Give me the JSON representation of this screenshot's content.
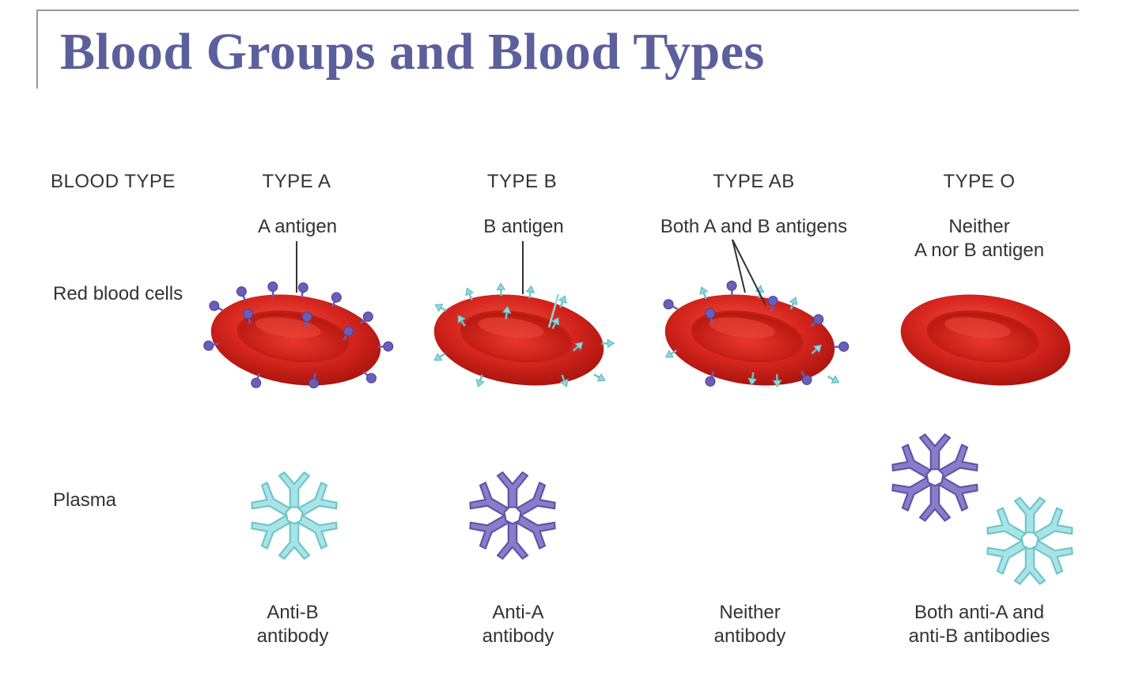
{
  "title": "Blood Groups and Blood Types",
  "row_labels": {
    "blood_type": "BLOOD TYPE",
    "red_blood_cells": "Red blood cells",
    "plasma": "Plasma"
  },
  "types": [
    {
      "header": "TYPE A",
      "antigen_line1": "A antigen",
      "antigen_line2": "",
      "antibody_line1": "Anti-B",
      "antibody_line2": "antibody"
    },
    {
      "header": "TYPE B",
      "antigen_line1": "B antigen",
      "antigen_line2": "",
      "antibody_line1": "Anti-A",
      "antibody_line2": "antibody"
    },
    {
      "header": "TYPE AB",
      "antigen_line1": "Both A and B antigens",
      "antigen_line2": "",
      "antibody_line1": "Neither",
      "antibody_line2": "antibody"
    },
    {
      "header": "TYPE O",
      "antigen_line1": "Neither",
      "antigen_line2": "A nor B antigen",
      "antibody_line1": "Both anti-A and",
      "antibody_line2": "anti-B antibodies"
    }
  ],
  "colors": {
    "title": "#5b5f9c",
    "cell": "#d7261e",
    "antigen_a": "#6a5fb8",
    "antigen_b": "#7fd0d4",
    "antibody_purple": "#8a7cc8",
    "antibody_cyan": "#a8e4e6"
  }
}
